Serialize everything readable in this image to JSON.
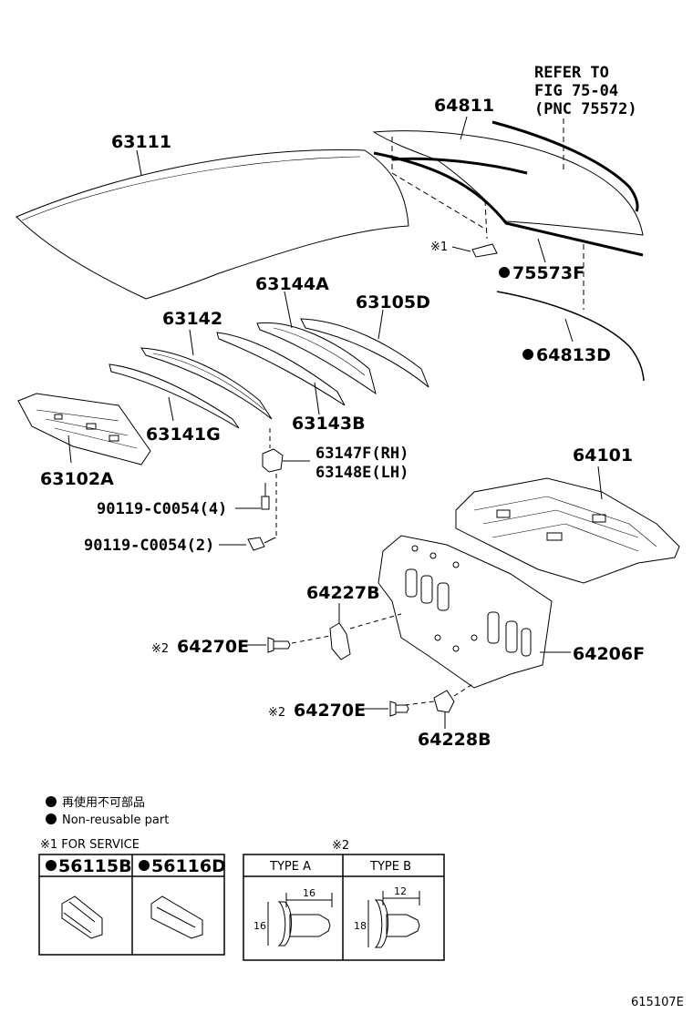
{
  "refer": {
    "line1": "REFER TO",
    "line2": "FIG 75-04",
    "line3": "(PNC 75572)"
  },
  "parts": {
    "p63111": "63111",
    "p64811": "64811",
    "p75573F": "75573F",
    "p64813D": "64813D",
    "p63144A": "63144A",
    "p63105D": "63105D",
    "p63142": "63142",
    "p63141G": "63141G",
    "p63143B": "63143B",
    "p63102A": "63102A",
    "p63147F": "63147F(RH)",
    "p63148E": "63148E(LH)",
    "p90119_4": "90119-C0054(4)",
    "p90119_2": "90119-C0054(2)",
    "p64101": "64101",
    "p64227B": "64227B",
    "p64270E_a": "64270E",
    "p64206F": "64206F",
    "p64270E_b": "64270E",
    "p64228B": "64228B"
  },
  "marks": {
    "note1": "※1",
    "note2": "※2"
  },
  "legend": {
    "jp": "再使用不可部品",
    "en": "Non-reusable part"
  },
  "service": {
    "title": "※1 FOR SERVICE",
    "col1": "56115B",
    "col2": "56116D"
  },
  "clip_table": {
    "mark": "※2",
    "type_a": "TYPE A",
    "type_b": "TYPE B",
    "a_width": "16",
    "a_height": "16",
    "b_width": "12",
    "b_height": "18"
  },
  "figure_id": "615107E"
}
